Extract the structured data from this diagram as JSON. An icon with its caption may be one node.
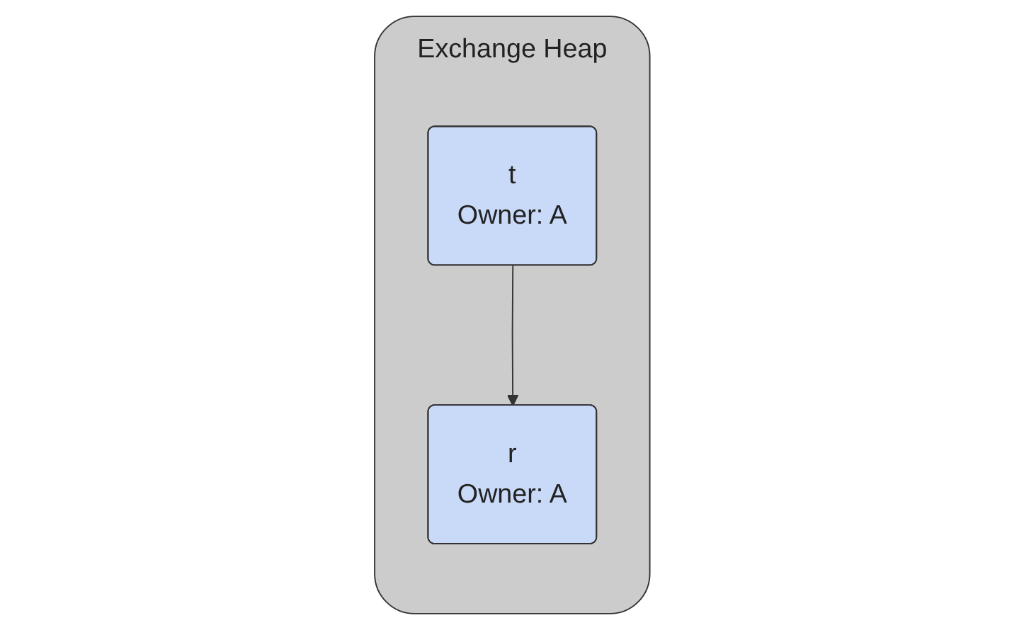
{
  "diagram": {
    "nodes": [
      {
        "text": [
          "Exchange Heap"
        ]
      },
      {
        "text": [
          "t",
          "Owner: A"
        ],
        "in": 0
      },
      {
        "text": [
          "r",
          "Owner: A"
        ],
        "in": 0
      }
    ],
    "edges": [
      {
        "from": 1,
        "to": 2,
        "arrow": "to"
      }
    ]
  }
}
